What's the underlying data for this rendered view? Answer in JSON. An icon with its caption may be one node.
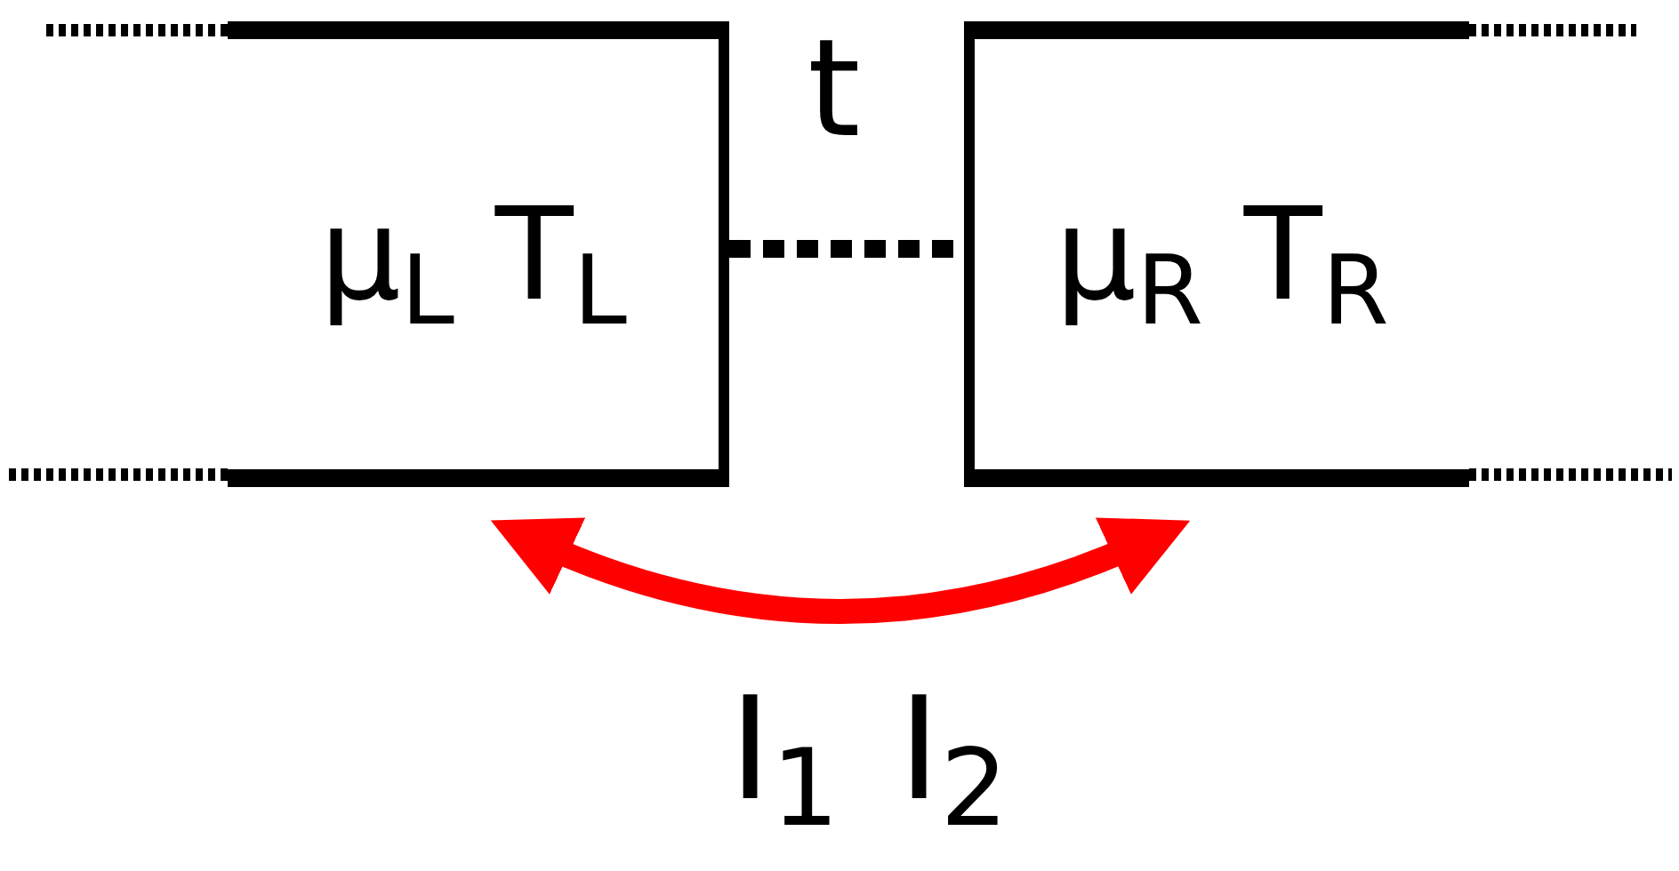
{
  "diagram": {
    "nodes": [
      {
        "text": [
          "μ$_{L}$ T$_{L}$"
        ]
      },
      {
        "text": [
          "μ$_{R}$ T$_{R}$"
        ]
      }
    ],
    "edges": [
      {
        "from": 0,
        "to": 1,
        "arrow": "none",
        "style": "dashed",
        "label": "t"
      },
      {
        "from": 0,
        "to": 1,
        "arrow": "both",
        "color": "#ff0000"
      }
    ],
    "labels": [
      "I$_{1}$",
      "I$_{2}$"
    ]
  }
}
